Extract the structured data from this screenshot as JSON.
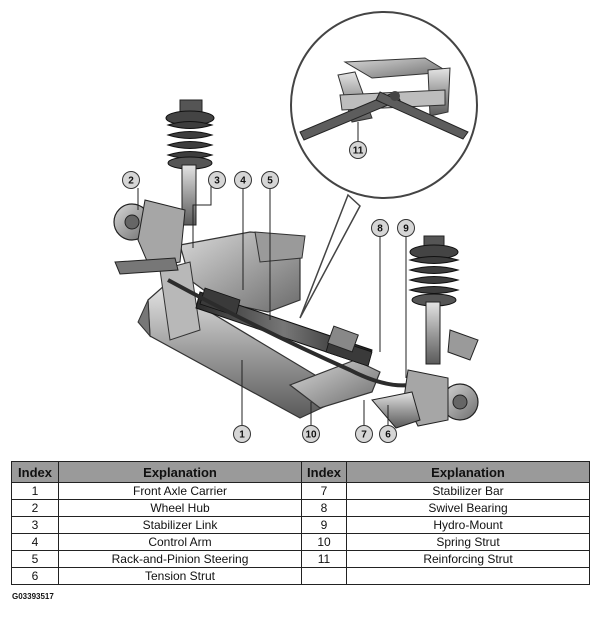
{
  "callouts": [
    "1",
    "2",
    "3",
    "4",
    "5",
    "6",
    "7",
    "8",
    "9",
    "10",
    "11"
  ],
  "table": {
    "headers": [
      "Index",
      "Explanation",
      "Index",
      "Explanation"
    ],
    "rows": [
      {
        "left_index": "1",
        "left_text": "Front Axle Carrier",
        "right_index": "7",
        "right_text": "Stabilizer Bar"
      },
      {
        "left_index": "2",
        "left_text": "Wheel Hub",
        "right_index": "8",
        "right_text": "Swivel Bearing"
      },
      {
        "left_index": "3",
        "left_text": "Stabilizer Link",
        "right_index": "9",
        "right_text": "Hydro-Mount"
      },
      {
        "left_index": "4",
        "left_text": "Control Arm",
        "right_index": "10",
        "right_text": "Spring Strut"
      },
      {
        "left_index": "5",
        "left_text": "Rack-and-Pinion Steering",
        "right_index": "11",
        "right_text": "Reinforcing Strut"
      },
      {
        "left_index": "6",
        "left_text": "Tension Strut",
        "right_index": "",
        "right_text": ""
      }
    ]
  },
  "figure_id": "G03393517"
}
